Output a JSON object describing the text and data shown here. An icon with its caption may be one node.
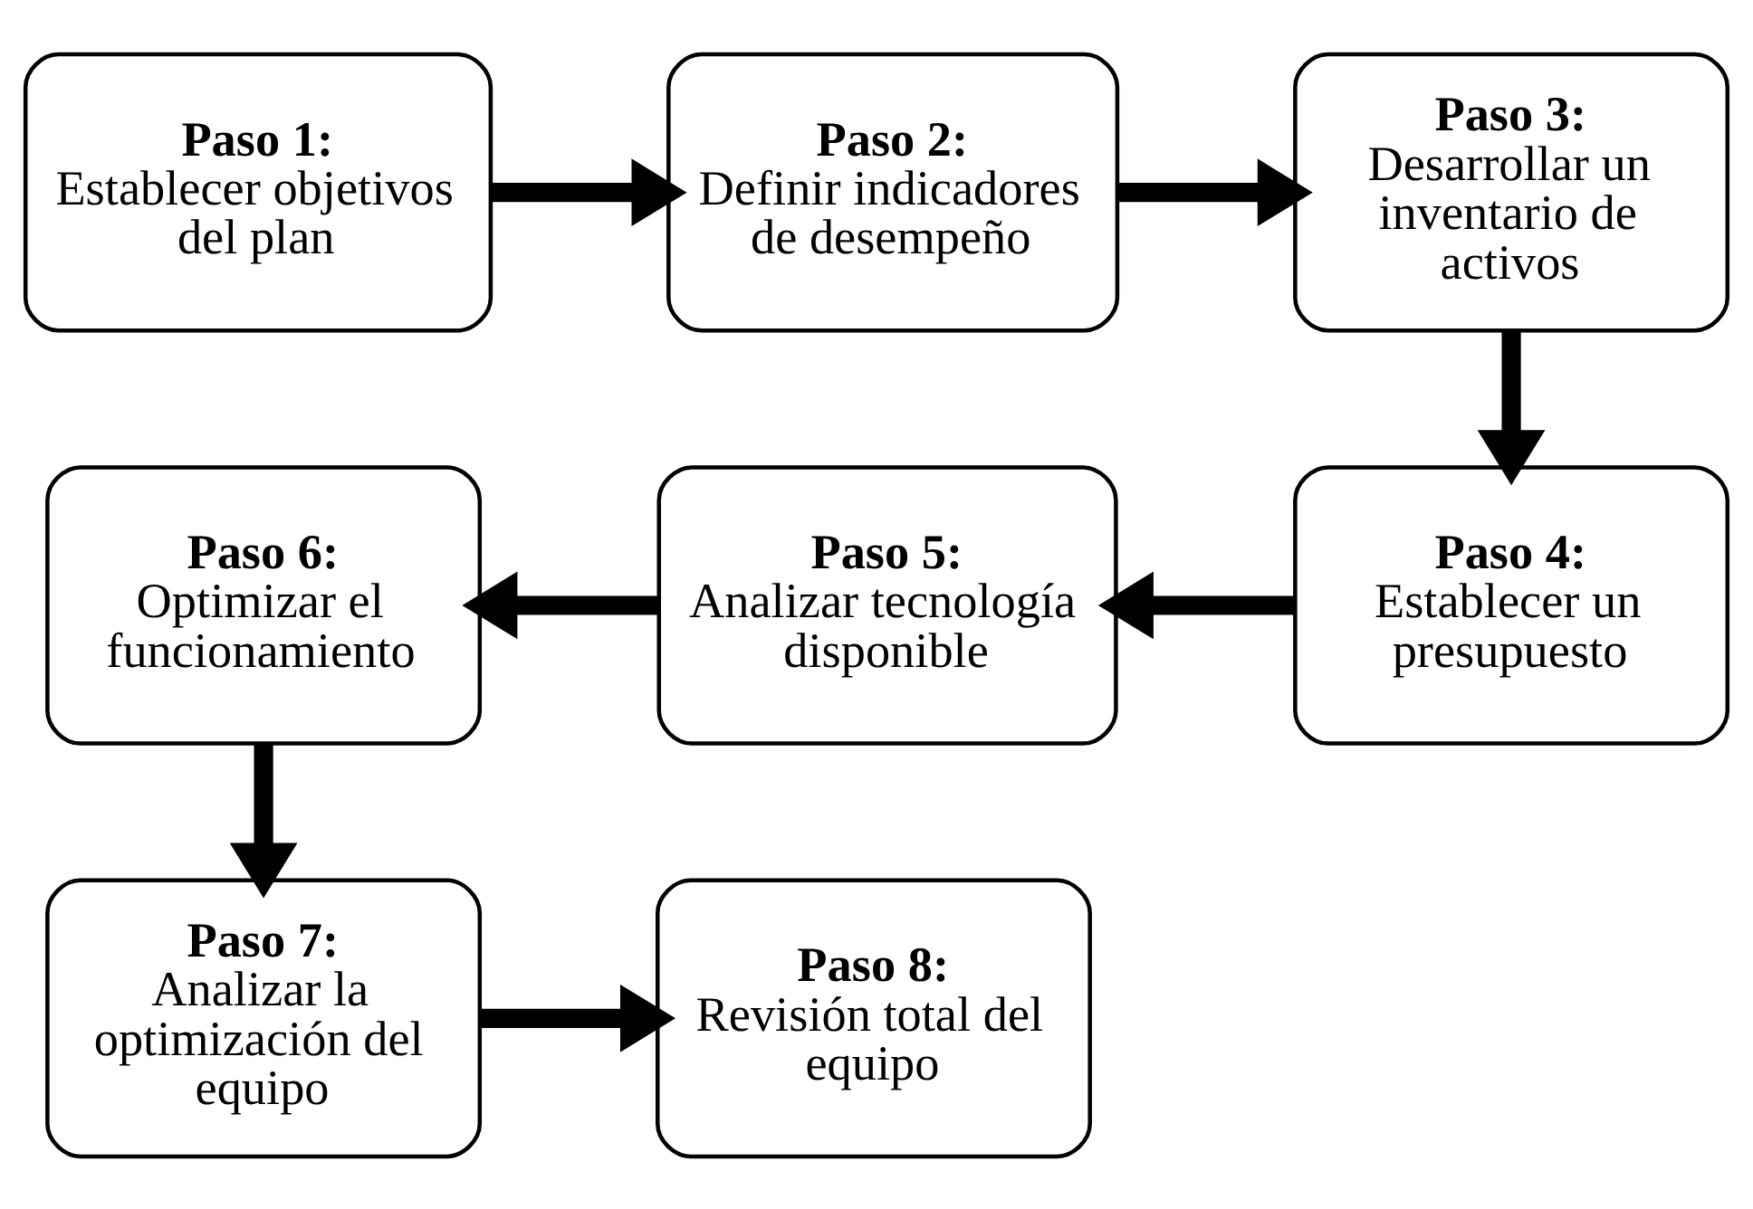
{
  "diagram": {
    "nodes": [
      {
        "text": [
          "Paso 1:",
          "Establecer objetivos del plan"
        ]
      },
      {
        "text": [
          "Paso 2:",
          "Definir indicadores de desempeño"
        ]
      },
      {
        "text": [
          "Paso 3:",
          "Desarrollar un inventario de activos"
        ]
      },
      {
        "text": [
          "Paso 4:",
          "Establecer un presupuesto"
        ]
      },
      {
        "text": [
          "Paso 5:",
          "Analizar tecnología disponible"
        ]
      },
      {
        "text": [
          "Paso 6:",
          "Optimizar el funcionamiento"
        ]
      },
      {
        "text": [
          "Paso 7:",
          "Analizar la optimización del equipo"
        ]
      },
      {
        "text": [
          "Paso 8:",
          "Revisión total del equipo"
        ]
      }
    ],
    "edges": [
      {
        "from": 0,
        "to": 1,
        "arrow": "to"
      },
      {
        "from": 1,
        "to": 2,
        "arrow": "to"
      },
      {
        "from": 2,
        "to": 3,
        "arrow": "to"
      },
      {
        "from": 3,
        "to": 4,
        "arrow": "to"
      },
      {
        "from": 4,
        "to": 5,
        "arrow": "to"
      },
      {
        "from": 5,
        "to": 6,
        "arrow": "to"
      },
      {
        "from": 6,
        "to": 7,
        "arrow": "to"
      }
    ]
  }
}
